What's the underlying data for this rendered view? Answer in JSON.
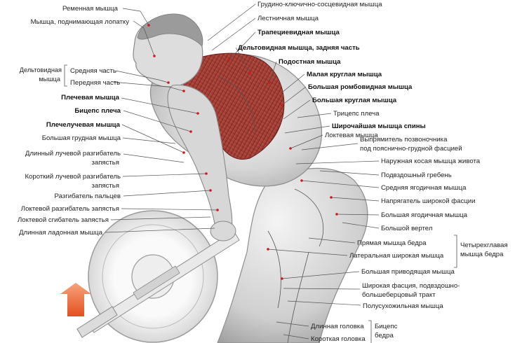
{
  "labels": {
    "remennaya": "Ременная мышца",
    "podnimayuschaya": "Мышца, поднимающая лопатку",
    "deltoid_group": [
      "Дельтовидная",
      "мышца"
    ],
    "deltoid_srednyaya": "Средняя часть",
    "deltoid_perednyaya": "Передняя часть",
    "plechevaya": "Плечевая мышца",
    "biceps_plecha": "Бицепс плеча",
    "plecheluchevaya": "Плечелучевая мышца",
    "bolshaya_grudnaya": "Большая грудная мышца",
    "dlinniy_luchevoy": [
      "Длинный лучевой разгибатель",
      "запястья"
    ],
    "korotkiy_luchevoy": [
      "Короткий лучевой разгибатель",
      "запястья"
    ],
    "razgibatel_paltsev": "Разгибатель пальцев",
    "loktevoy_razgibatel": "Локтевой разгибатель запястья",
    "loktevoy_sgibatel": "Локтевой сгибатель запястья",
    "dlinnaya_ladonnaya": "Длинная ладонная мышца",
    "grudino_klyuchichno": "Грудино-ключично-сосцевидная мышца",
    "lestnichnaya": "Лестничная мышца",
    "trapetsievidnaya": "Трапециевидная мышца",
    "deltoid_zadnyaya": "Дельтовидная мышца, задняя часть",
    "podostnaya": "Подостная мышца",
    "malaya_kruglaya": "Малая круглая мышца",
    "bolshaya_rombovidnaya": "Большая ромбовидная мышца",
    "bolshaya_kruglaya": "Большая круглая мышца",
    "triceps": "Трицепс плеча",
    "shirochayshaya": "Широчайшая мышца спины",
    "loktevaya": "Локтевая мышца",
    "vypryamitel": [
      "Выпрямитель позвоночника",
      "под пояснично-грудной фасцией"
    ],
    "naruzhnaya_kosaya": "Наружная косая мышца живота",
    "podvzdoshniy": "Подвздошный гребень",
    "srednyaya_yagodichnaya": "Средняя ягодичная мышца",
    "napryagatel": "Напрягатель широкой фасции",
    "bolshaya_yagodichnaya": "Большая ягодичная мышца",
    "bolshoy_vertel": "Большой вертел",
    "pryamaya_bedra": "Прямая мышца бедра",
    "lateralnaya_shirokaya": "Латеральная широкая мышца",
    "chetyrehglavaya": [
      "Четырехглавая",
      "мышца бедра"
    ],
    "bolshaya_privodyaschaya": "Большая приводящая мышца",
    "shirokaya_fastsiya": [
      "Широкая фасция, подвздошно-",
      "большеберцовый тракт"
    ],
    "polusuhozhilnaya": "Полусухожильная мышца",
    "dlinnaya_golovka": "Длинная головка",
    "korotkaya_golovka": "Короткая головка",
    "biceps_bedra": [
      "Бицепс",
      "бедра"
    ]
  },
  "colors": {
    "muscle_red": "#b5473e",
    "muscle_dark": "#7a2a24",
    "body_gray": "#cfcfcf",
    "arrow_top": "#f58a5a",
    "arrow_bottom": "#e8512a",
    "marker": "#d11111"
  }
}
